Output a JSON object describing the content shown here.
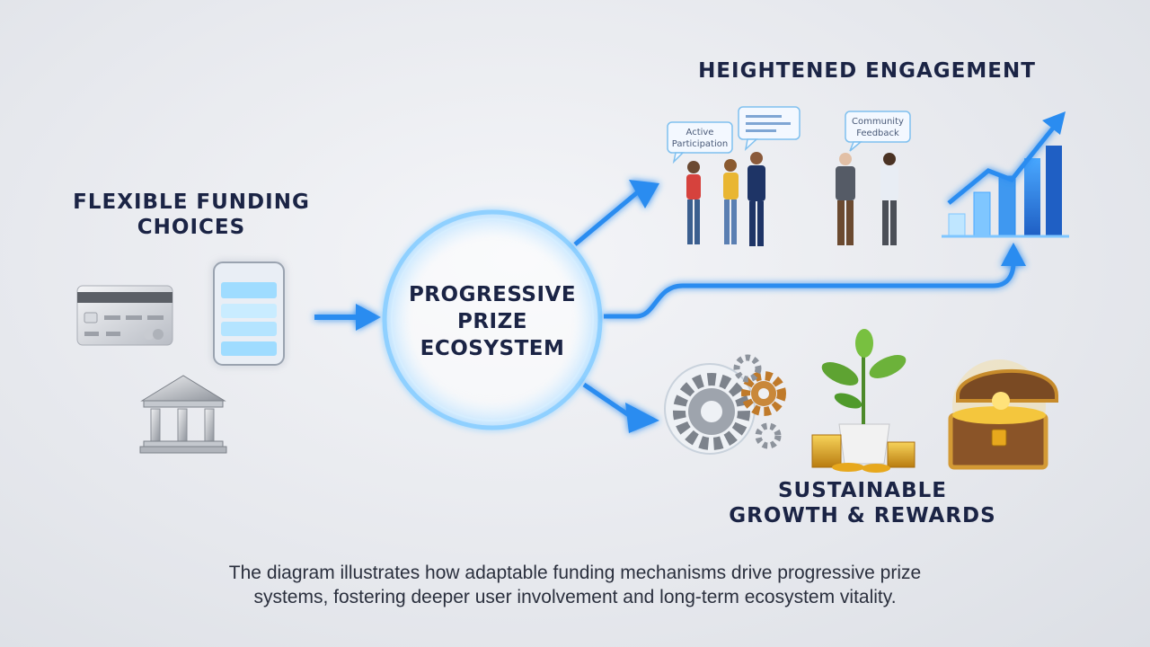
{
  "headings": {
    "flexible_funding": "FLEXIBLE FUNDING CHOICES",
    "heightened_engagement": "HEIGHTENED ENGAGEMENT",
    "sustainable_growth": "SUSTAINABLE GROWTH & REWARDS"
  },
  "hub": {
    "label": "PROGRESSIVE PRIZE ECOSYSTEM"
  },
  "speech_bubbles": {
    "active": "Active Participation",
    "community": "Community Feedback"
  },
  "caption": "The diagram illustrates how adaptable funding mechanisms drive progressive prize systems, fostering deeper user involvement and long-term ecosystem vitality.",
  "colors": {
    "heading": "#1b2445",
    "accent_blue": "#2a8cf0",
    "glow": "#7fc6ff",
    "bar_dark": "#1f5fc4",
    "gold": "#e7a81d"
  },
  "icons": [
    "credit-card-icon",
    "smartphone-icon",
    "bank-icon",
    "people-icon",
    "bar-chart-icon",
    "gears-icon",
    "plant-icon",
    "coins-icon",
    "treasure-chest-icon"
  ]
}
